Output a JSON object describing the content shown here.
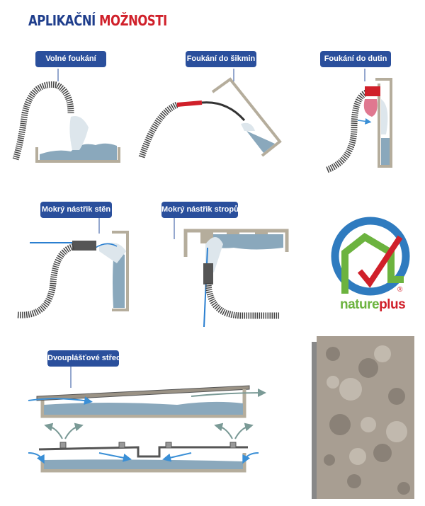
{
  "title": {
    "part1": "APLIKAČNÍ",
    "part2": "MOŽNOSTI"
  },
  "labels": {
    "free_blowing": "Volné foukání",
    "slopes": "Foukání do šikmin",
    "cavities": "Foukání do dutin",
    "wet_walls": "Mokrý nástřik stěn",
    "wet_ceilings": "Mokrý nástřik stropů",
    "double_roofs": "Dvouplášťové střechy"
  },
  "logo": {
    "word1": "nature",
    "word2": "plus",
    "registered": "®"
  },
  "colors": {
    "title_blue": "#1f3e8c",
    "title_red": "#d0202a",
    "label_bg": "#2a4f9c",
    "wall": "#b5ad9c",
    "insulation": "#8aa8bc",
    "arrow": "#3a8fd6"
  }
}
